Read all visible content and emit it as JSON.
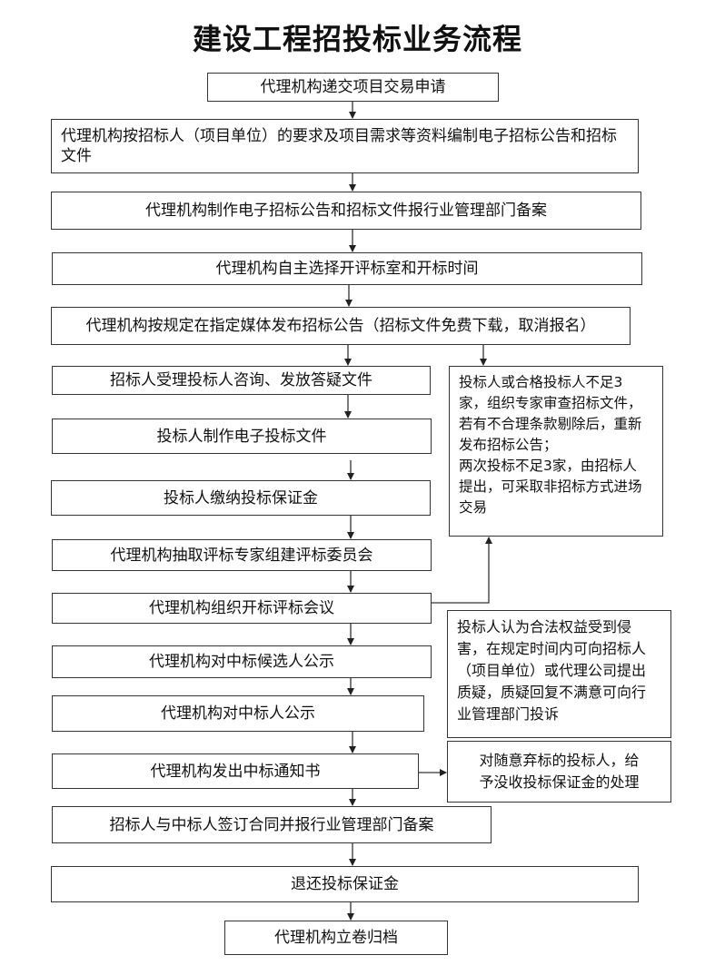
{
  "title": "建设工程招投标业务流程",
  "steps": [
    {
      "text": "代理机构递交项目交易申请"
    },
    {
      "text": "代理机构按招标人（项目单位）的要求及项目需求等资料编制电子招标公告和招标文件"
    },
    {
      "text": "代理机构制作电子招标公告和招标文件报行业管理部门备案"
    },
    {
      "text": "代理机构自主选择开评标室和开标时间"
    },
    {
      "text": "代理机构按规定在指定媒体发布招标公告（招标文件免费下载，取消报名）"
    },
    {
      "text": "招标人受理投标人咨询、发放答疑文件"
    },
    {
      "text": "投标人制作电子投标文件"
    },
    {
      "text": "投标人缴纳投标保证金"
    },
    {
      "text": "代理机构抽取评标专家组建评标委员会"
    },
    {
      "text": "代理机构组织开标评标会议"
    },
    {
      "text": "代理机构对中标候选人公示"
    },
    {
      "text": "代理机构对中标人公示"
    },
    {
      "text": "代理机构发出中标通知书"
    },
    {
      "text": "招标人与中标人签订合同并报行业管理部门备案"
    },
    {
      "text": "退还投标保证金"
    },
    {
      "text": "代理机构立卷归档"
    }
  ],
  "notes": {
    "insufficient_bidders": "投标人或合格投标人不足3\n家，组织专家审查招标文件，\n若有不合理条款剔除后，重新\n发布招标公告；\n两次投标不足3家，由招标人\n提出，可采取非招标方式进场\n交易",
    "complaint": "投标人认为合法权益受到侵\n害，在规定时间内可向招标人\n（项目单位）或代理公司提出\n质疑，质疑回复不满意可向行\n业管理部门投诉",
    "forfeit": "对随意弃标的投标人，给\n予没收投标保证金的处理"
  }
}
